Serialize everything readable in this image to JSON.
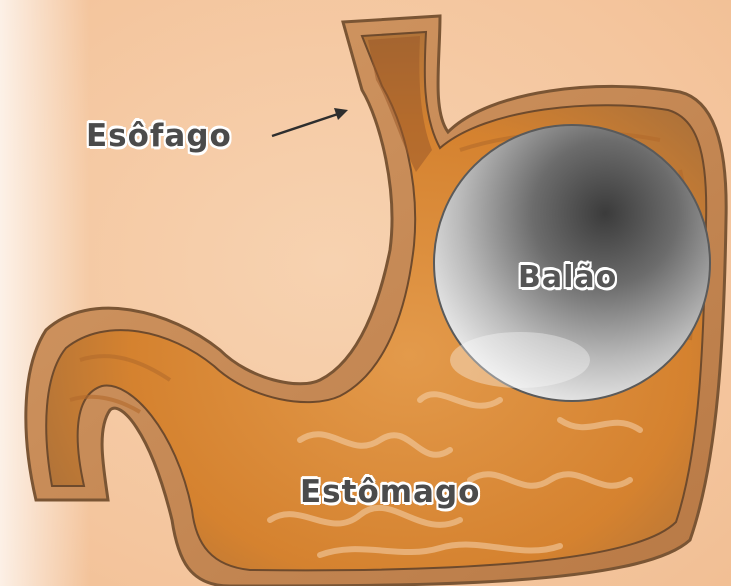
{
  "labels": {
    "esophagus": "Esôfago",
    "balloon": "Balão",
    "stomach": "Estômago"
  },
  "colors": {
    "background": "#f6cda9",
    "stomach_wall": "#c98a55",
    "stomach_interior": "#d98a3a",
    "balloon_light": "#f4f4f4",
    "balloon_dark": "#404040",
    "label_text": "#4b4b4b"
  }
}
